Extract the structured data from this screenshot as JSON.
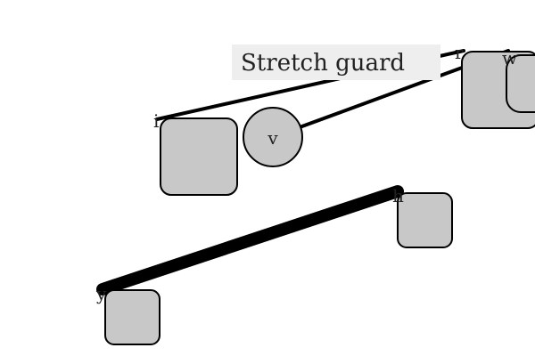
{
  "colors": {
    "background": "#ffffff",
    "node_fill": "#c8c8c8",
    "stroke": "#000000",
    "label_bg": "#eeeeee",
    "text": "#222222"
  },
  "title": "Stretch guard",
  "nodes": [
    {
      "id": "i",
      "label": "i",
      "shape": "rounded-square"
    },
    {
      "id": "v",
      "label": "v",
      "shape": "circle"
    },
    {
      "id": "r",
      "label": "r",
      "shape": "rounded-square"
    },
    {
      "id": "w",
      "label": "w",
      "shape": "rounded-square"
    },
    {
      "id": "h",
      "label": "h",
      "shape": "rounded-square"
    },
    {
      "id": "y",
      "label": "y",
      "shape": "rounded-square"
    }
  ],
  "edges": [
    {
      "from": "i",
      "to": "r",
      "weight": "normal"
    },
    {
      "from": "v",
      "to": "w",
      "weight": "normal"
    },
    {
      "from": "y",
      "to": "h",
      "weight": "heavy"
    }
  ]
}
